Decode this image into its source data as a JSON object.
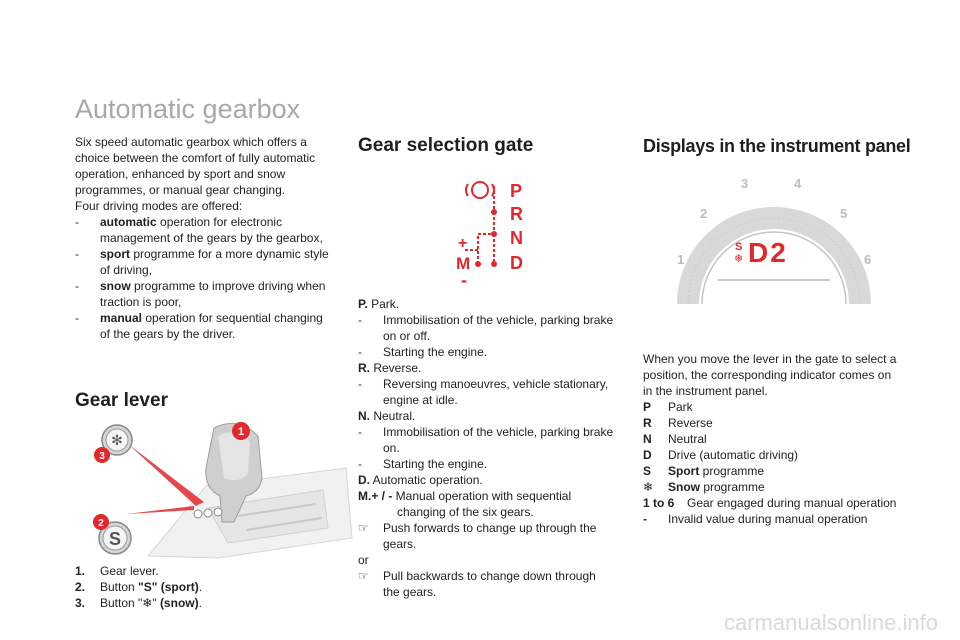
{
  "title": "Automatic gearbox",
  "intro": {
    "lines": [
      "Six speed automatic gearbox which offers a",
      "choice between the comfort of fully automatic",
      "operation, enhanced by sport and snow",
      "programmes, or manual gear changing.",
      "Four driving modes are offered:"
    ],
    "modes": [
      {
        "bold": "automatic",
        "line1": " operation for electronic",
        "line2": "management of the gears by the gearbox,"
      },
      {
        "bold": "sport",
        "line1": " programme for a more dynamic style",
        "line2": "of driving,"
      },
      {
        "bold": "snow",
        "line1": " programme to improve driving when",
        "line2": "traction is poor,"
      },
      {
        "bold": "manual",
        "line1": " operation for sequential changing",
        "line2": "of the gears by the driver."
      }
    ]
  },
  "gear_lever": {
    "heading": "Gear lever",
    "callouts": [
      "1",
      "2",
      "3"
    ],
    "button_s_letter": "S",
    "items": [
      {
        "num": "1.",
        "text": "Gear lever.",
        "bold": "",
        "tail": ""
      },
      {
        "num": "2.",
        "text": "Button ",
        "bold": "\"S\" (sport)",
        "tail": "."
      },
      {
        "num": "3.",
        "text": "Button \"❄\" ",
        "bold": "(snow)",
        "tail": "."
      }
    ]
  },
  "gate": {
    "heading": "Gear selection gate",
    "letters": {
      "p": "P",
      "r": "R",
      "n": "N",
      "d": "D",
      "m": "M",
      "plus": "+",
      "minus": "-"
    },
    "lines": [
      {
        "b": "P.",
        "t": " Park."
      },
      {
        "dash": true,
        "t": "Immobilisation of the vehicle, parking brake"
      },
      {
        "indent": true,
        "t": "on or off."
      },
      {
        "dash": true,
        "t": "Starting the engine."
      },
      {
        "b": "R.",
        "t": " Reverse."
      },
      {
        "dash": true,
        "t": "Reversing manoeuvres, vehicle stationary,"
      },
      {
        "indent": true,
        "t": "engine at idle."
      },
      {
        "b": "N.",
        "t": " Neutral."
      },
      {
        "dash": true,
        "t": "Immobilisation of the vehicle, parking brake"
      },
      {
        "indent": true,
        "t": "on."
      },
      {
        "dash": true,
        "t": "Starting the engine."
      },
      {
        "b": "D.",
        "t": " Automatic operation."
      },
      {
        "b": "M.+ / -",
        "t": " Manual operation with sequential"
      },
      {
        "indent2": true,
        "t": "changing of the six gears."
      },
      {
        "finger": true,
        "t": "Push forwards to change up through the"
      },
      {
        "indent": true,
        "t": "gears."
      },
      {
        "plain": true,
        "t": "or"
      },
      {
        "finger": true,
        "t": "Pull backwards to change down through"
      },
      {
        "indent": true,
        "t": "the gears."
      }
    ],
    "bullet_glyph": "☞"
  },
  "display": {
    "heading": "Displays in the instrument panel",
    "gauge_numbers": [
      "1",
      "2",
      "3",
      "4",
      "5",
      "6"
    ],
    "gauge_display": "D2",
    "gauge_s": "S",
    "gauge_snow": "❄",
    "intro_lines": [
      "When you move the lever in the gate to select a",
      "position, the corresponding indicator comes on",
      "in the instrument panel."
    ],
    "keys": [
      {
        "k": "P",
        "v": "Park"
      },
      {
        "k": "R",
        "v": "Reverse"
      },
      {
        "k": "N",
        "v": "Neutral"
      },
      {
        "k": "D",
        "v": "Drive (automatic driving)"
      }
    ],
    "sport": {
      "k": "S",
      "b": "Sport",
      "t": " programme"
    },
    "snow": {
      "k": "❄",
      "b": "Snow",
      "t": " programme"
    },
    "gear": {
      "k": "1 to 6",
      "t": "Gear engaged during manual operation"
    },
    "invalid": {
      "k": "-",
      "t": "Invalid value during manual operation"
    }
  },
  "watermark": "carmanualsonline.info",
  "colors": {
    "accent_red": "#e0282d",
    "title_grey": "#a8a8a8",
    "gauge_grey": "#cfcfcf"
  }
}
